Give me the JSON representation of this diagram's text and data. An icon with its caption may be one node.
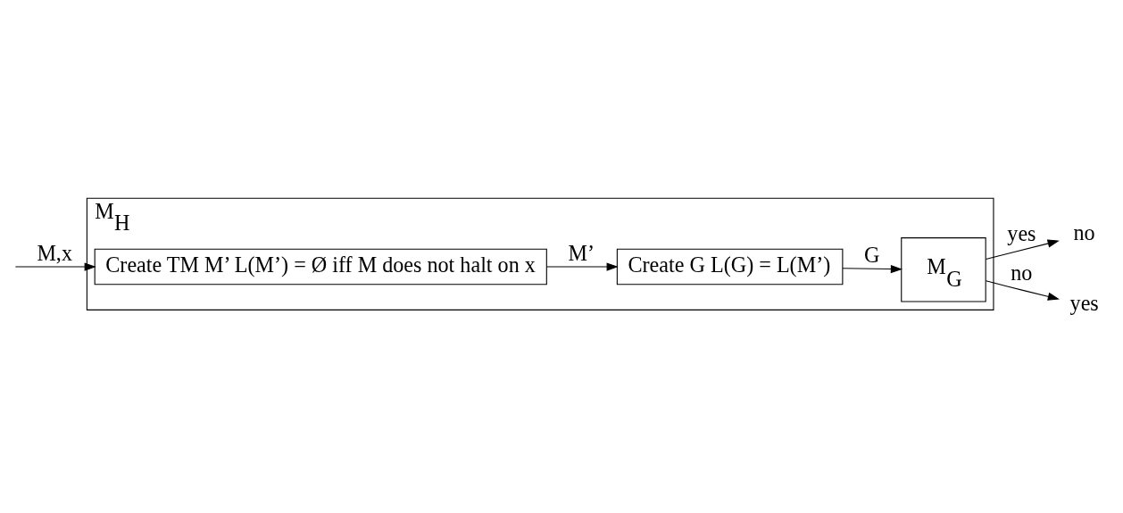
{
  "diagram": {
    "nodes": [
      {
        "text": [
          "M$_{H}$"
        ]
      },
      {
        "text": [
          "Create TM M’ L(M’) = Ø iff M does not halt on x"
        ],
        "in": 0
      },
      {
        "text": [
          "Create G L(G) = L(M’)"
        ],
        "in": 0
      },
      {
        "text": [
          "M$_{G}$"
        ],
        "in": 0
      },
      {
        "text": [
          "no"
        ]
      },
      {
        "text": [
          "yes"
        ]
      }
    ],
    "edges": [
      {
        "from": null,
        "to": 1,
        "arrow": "to",
        "label": "M,x"
      },
      {
        "from": 1,
        "to": 2,
        "arrow": "to",
        "label": "M’"
      },
      {
        "from": 2,
        "to": 3,
        "arrow": "to",
        "label": "G"
      },
      {
        "from": 3,
        "to": 4,
        "arrow": "to",
        "label": "yes"
      },
      {
        "from": 3,
        "to": 5,
        "arrow": "to",
        "label": "no"
      }
    ]
  }
}
